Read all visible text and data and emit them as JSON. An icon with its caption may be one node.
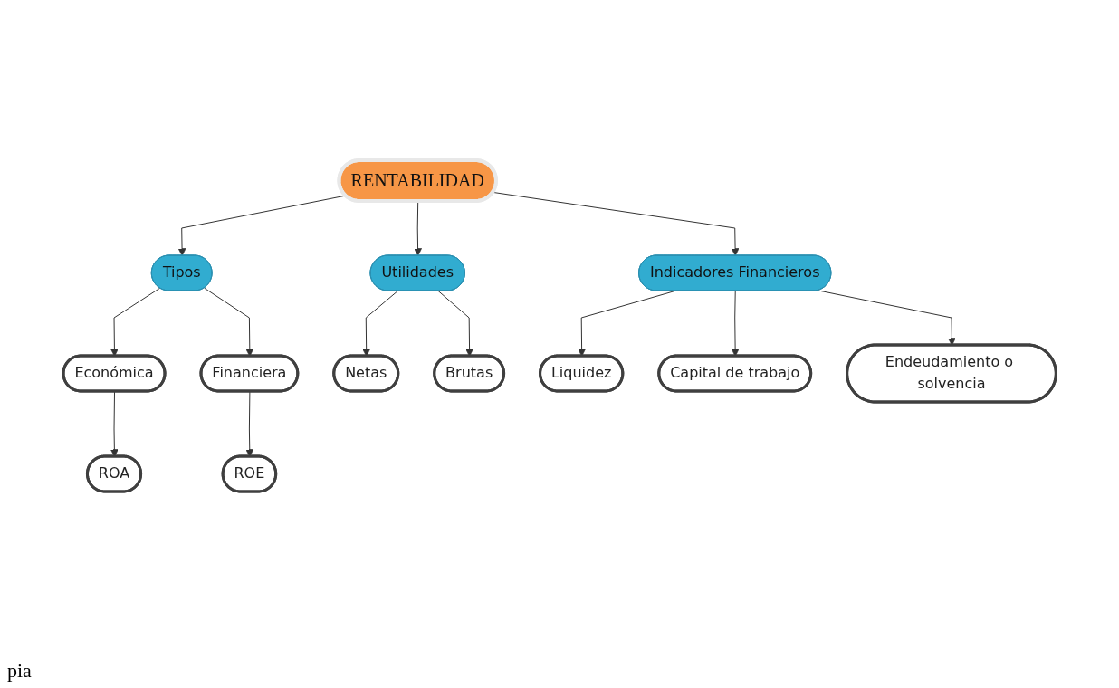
{
  "diagram": {
    "nodes": [
      {
        "text": [
          "Económica"
        ]
      },
      {
        "text": [
          "Financiera"
        ]
      },
      {
        "text": [
          "ROA"
        ]
      },
      {
        "text": [
          "Tipos"
        ]
      },
      {
        "text": [
          "ROE"
        ]
      },
      {
        "text": [
          "Netas"
        ]
      },
      {
        "text": [
          "Utilidades"
        ]
      },
      {
        "text": [
          "RENTABILIDAD"
        ]
      },
      {
        "text": [
          "Brutas"
        ]
      },
      {
        "text": [
          "Indicadores Financieros"
        ]
      },
      {
        "text": [
          "Liquidez"
        ]
      },
      {
        "text": [
          "Capital de trabajo"
        ]
      },
      {
        "text": [
          "Endeudamiento o solvencia"
        ]
      }
    ],
    "edges": [
      {
        "from": 7,
        "to": 3,
        "arrow": "to"
      },
      {
        "from": 7,
        "to": 6,
        "arrow": "to"
      },
      {
        "from": 7,
        "to": 9,
        "arrow": "to"
      },
      {
        "from": 3,
        "to": 0,
        "arrow": "to"
      },
      {
        "from": 3,
        "to": 1,
        "arrow": "to"
      },
      {
        "from": 0,
        "to": 2,
        "arrow": "to"
      },
      {
        "from": 1,
        "to": 4,
        "arrow": "to"
      },
      {
        "from": 6,
        "to": 5,
        "arrow": "to"
      },
      {
        "from": 6,
        "to": 8,
        "arrow": "to"
      },
      {
        "from": 9,
        "to": 10,
        "arrow": "to"
      },
      {
        "from": 9,
        "to": 12,
        "arrow": "to"
      },
      {
        "from": 9,
        "to": 11,
        "arrow": "to"
      }
    ],
    "labels": [
      "pia"
    ]
  }
}
